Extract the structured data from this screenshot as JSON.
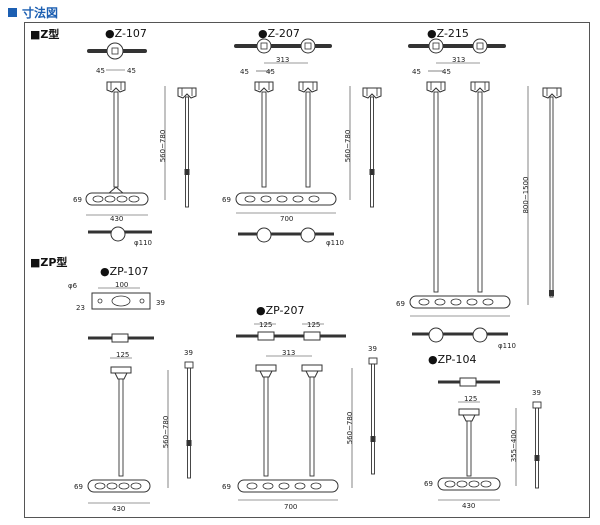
{
  "header": {
    "title": "寸法図"
  },
  "sections": {
    "z": "■Z型",
    "zp": "■ZP型"
  },
  "models": {
    "z107": {
      "name": "●Z-107",
      "d45a": "45",
      "d45b": "45",
      "height": "560~780",
      "d69": "69",
      "width": "430",
      "pole": "φ110"
    },
    "z207": {
      "name": "●Z-207",
      "d313": "313",
      "d45a": "45",
      "d45b": "45",
      "height": "560~780",
      "d69": "69",
      "width": "700",
      "pole": "φ110"
    },
    "z215": {
      "name": "●Z-215",
      "d313": "313",
      "d45a": "45",
      "d45b": "45",
      "height": "800~1500",
      "d69": "69",
      "pole": "φ110"
    },
    "zp107": {
      "name": "●ZP-107",
      "d6": "φ6",
      "d100": "100",
      "d23": "23",
      "d39side": "39",
      "d125": "125",
      "d39": "39",
      "height": "560~780",
      "d69": "69",
      "width": "430"
    },
    "zp207": {
      "name": "●ZP-207",
      "d125a": "125",
      "d125b": "125",
      "d313": "313",
      "d39": "39",
      "height": "560~780",
      "d69": "69",
      "width": "700"
    },
    "zp104": {
      "name": "●ZP-104",
      "d125": "125",
      "d39": "39",
      "height": "355~400",
      "d69": "69",
      "width": "430"
    }
  }
}
